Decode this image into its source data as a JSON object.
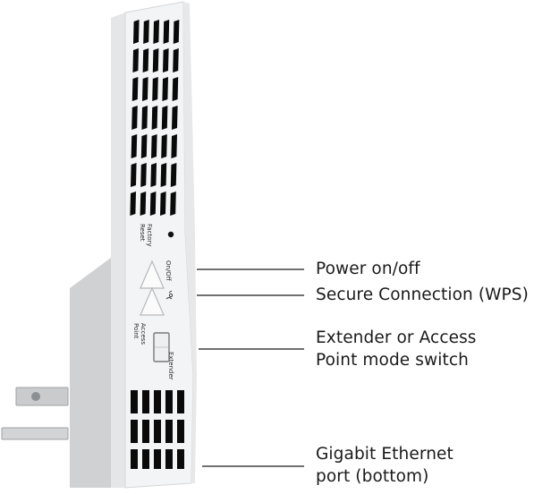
{
  "device": {
    "labels": {
      "factory_reset": [
        "Factory",
        "Reset"
      ],
      "on_off": "On/Off",
      "access_point": [
        "Access",
        "Point"
      ],
      "extender": "Extender"
    }
  },
  "callouts": [
    {
      "id": "power",
      "lines": [
        "Power on/off"
      ]
    },
    {
      "id": "wps",
      "lines": [
        "Secure Connection (WPS)"
      ]
    },
    {
      "id": "mode",
      "lines": [
        "Extender or Access",
        "Point mode switch"
      ]
    },
    {
      "id": "ethernet",
      "lines": [
        "Gigabit Ethernet",
        "port (bottom)"
      ]
    }
  ],
  "colors": {
    "body": "#f3f4f5",
    "side": "#dcdedf",
    "grille": "#0a0a0a",
    "line": "#1a1a1a"
  }
}
